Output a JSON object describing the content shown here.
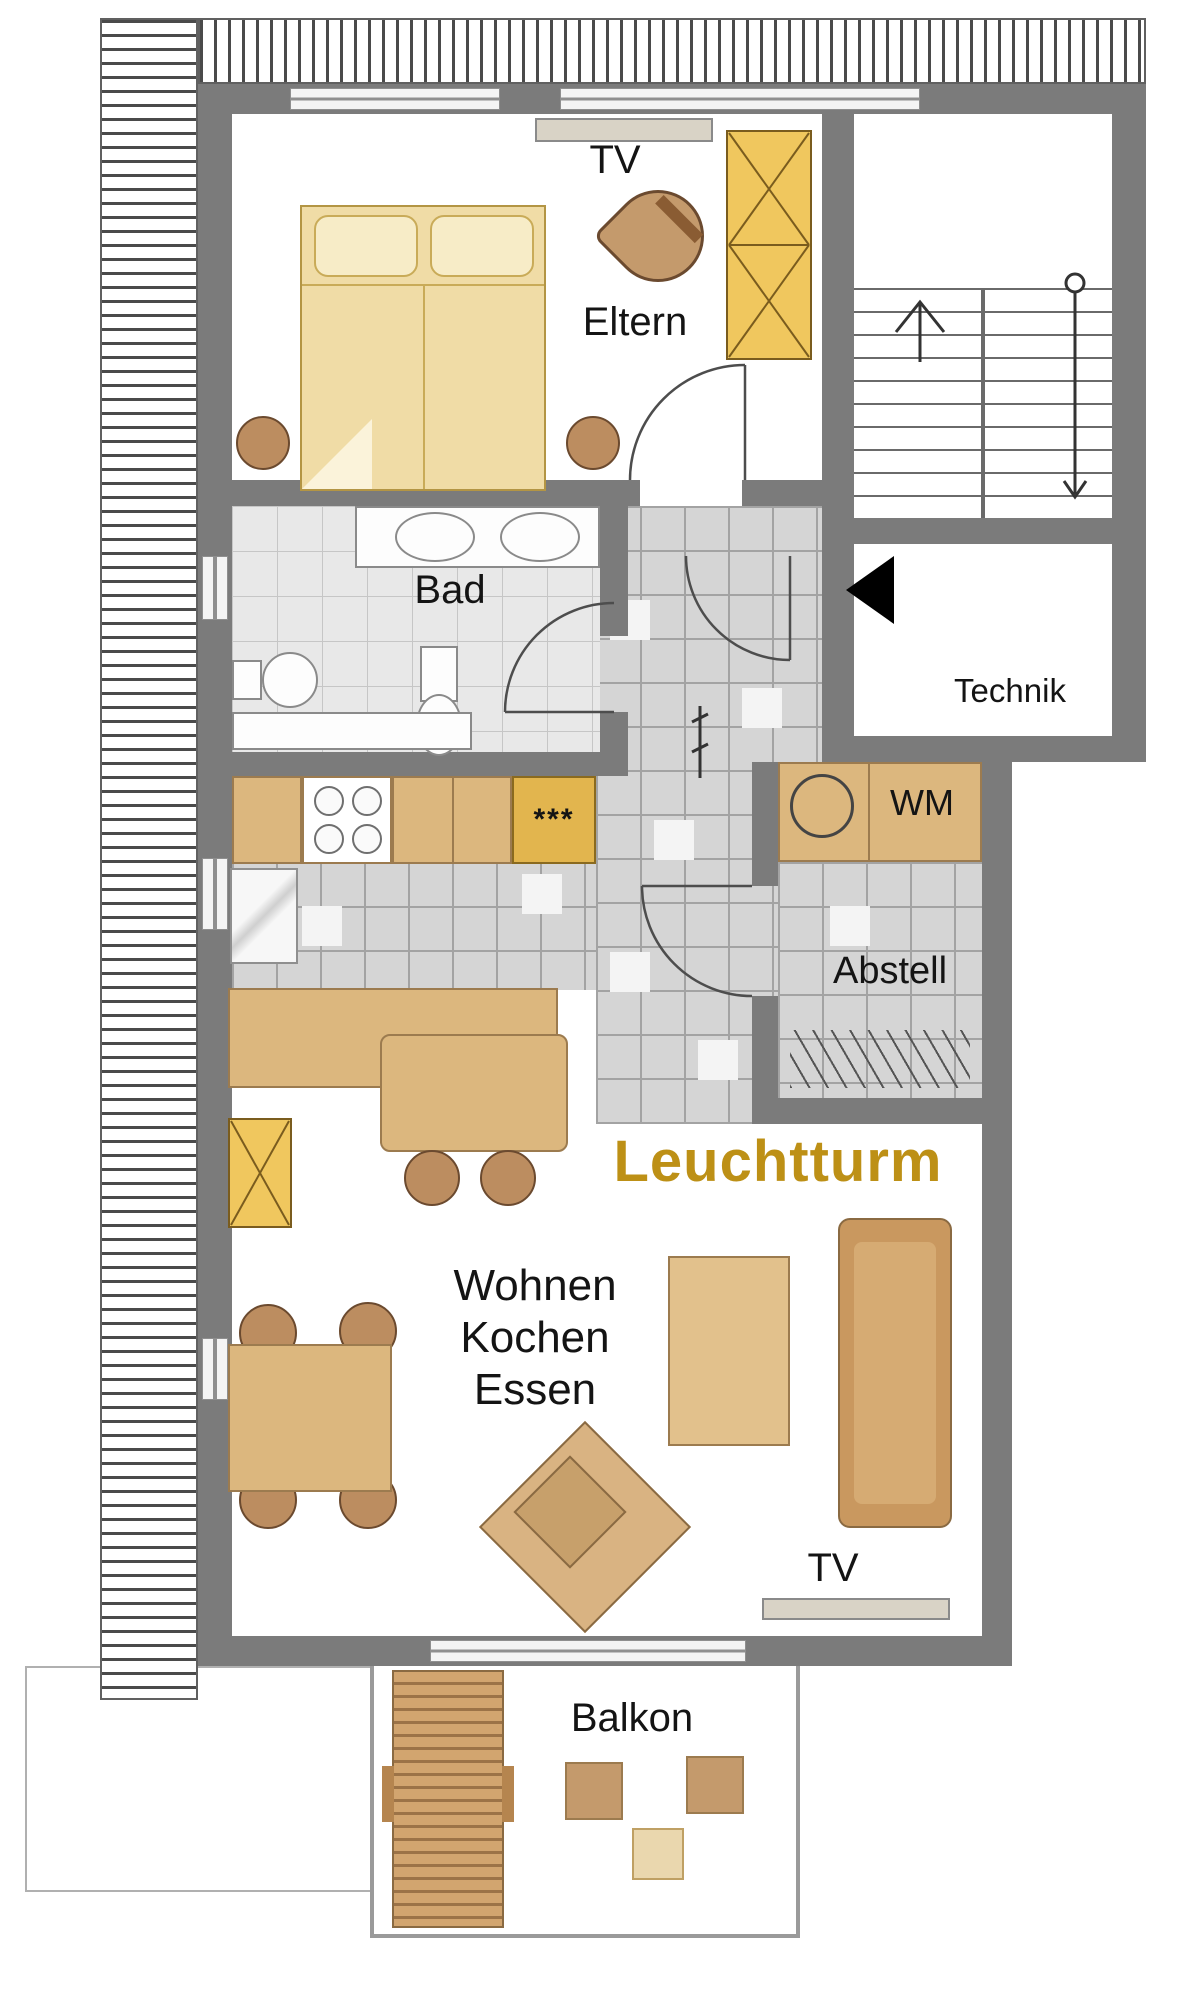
{
  "plan_title": "Leuchtturm",
  "accent_color": "#BD9016",
  "labels": {
    "title": "Leuchtturm",
    "eltern": "Eltern",
    "eltern_tv": "TV",
    "bad": "Bad",
    "technik": "Technik",
    "wm": "WM",
    "abstell": "Abstell",
    "wohnen": "Wohnen",
    "kochen": "Kochen",
    "essen": "Essen",
    "living_tv": "TV",
    "balkon": "Balkon",
    "kitchen_stars": "***"
  }
}
